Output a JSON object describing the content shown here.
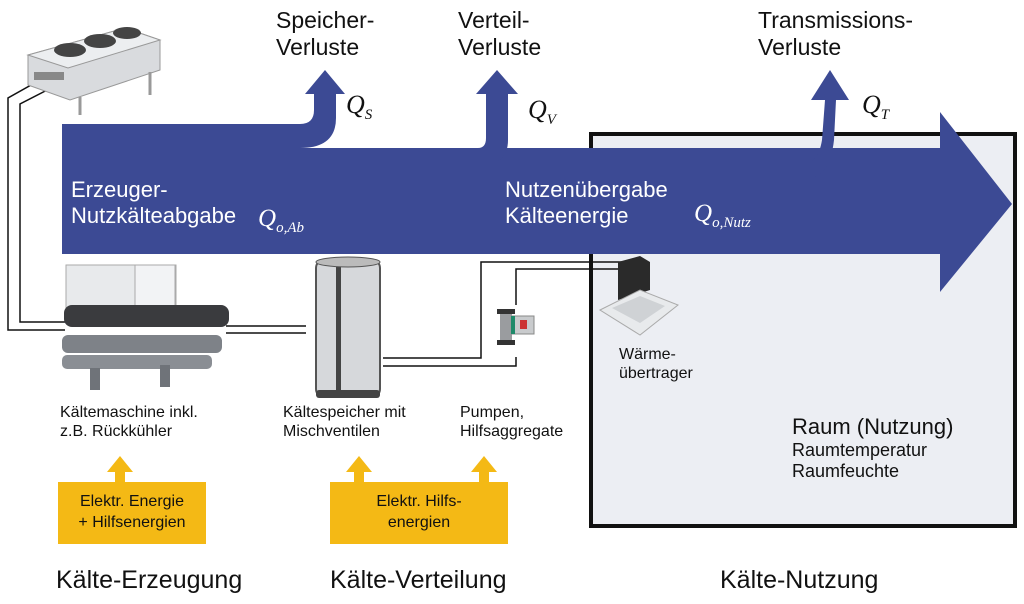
{
  "losses": {
    "storage": {
      "line1": "Speicher-",
      "line2": "Verluste",
      "symbol": "Q",
      "subscript": "S"
    },
    "distribution": {
      "line1": "Verteil-",
      "line2": "Verluste",
      "symbol": "Q",
      "subscript": "V"
    },
    "transmission": {
      "line1": "Transmissions-",
      "line2": "Verluste",
      "symbol": "Q",
      "subscript": "T"
    }
  },
  "flow": {
    "generator": {
      "line1": "Erzeuger-",
      "line2": "Nutzkälteabgabe",
      "symbol": "Q",
      "subscript": "o,Ab"
    },
    "delivery": {
      "line1": "Nutzenübergabe",
      "line2": "Kälteenergie",
      "symbol": "Q",
      "subscript": "o,Nutz"
    },
    "color": "#3c4a94"
  },
  "components": {
    "chiller": {
      "line1": "Kältemaschine inkl.",
      "line2": "z.B. Rückkühler",
      "icon": "chiller-icon"
    },
    "storage": {
      "line1": "Kältespeicher mit",
      "line2": "Mischventilen",
      "icon": "storage-tank-icon"
    },
    "pumps": {
      "line1": "Pumpen,",
      "line2": "Hilfsaggregate",
      "icon": "pump-icon"
    },
    "heat_exchanger": {
      "line1": "Wärme-",
      "line2": "übertrager",
      "icon": "ceiling-cassette-icon"
    },
    "dry_cooler": {
      "icon": "dry-cooler-icon"
    }
  },
  "energy_inputs": {
    "generation": {
      "line1": "Elektr. Energie",
      "line2": "+ Hilfsenergien"
    },
    "distribution": {
      "line1": "Elektr. Hilfs-",
      "line2": "energien"
    },
    "color": "#f4b915"
  },
  "room": {
    "title": "Raum (Nutzung)",
    "line1": "Raumtemperatur",
    "line2": "Raumfeuchte",
    "background": "#eceef3"
  },
  "sections": {
    "generation": "Kälte-Erzeugung",
    "distribution": "Kälte-Verteilung",
    "usage": "Kälte-Nutzung"
  }
}
